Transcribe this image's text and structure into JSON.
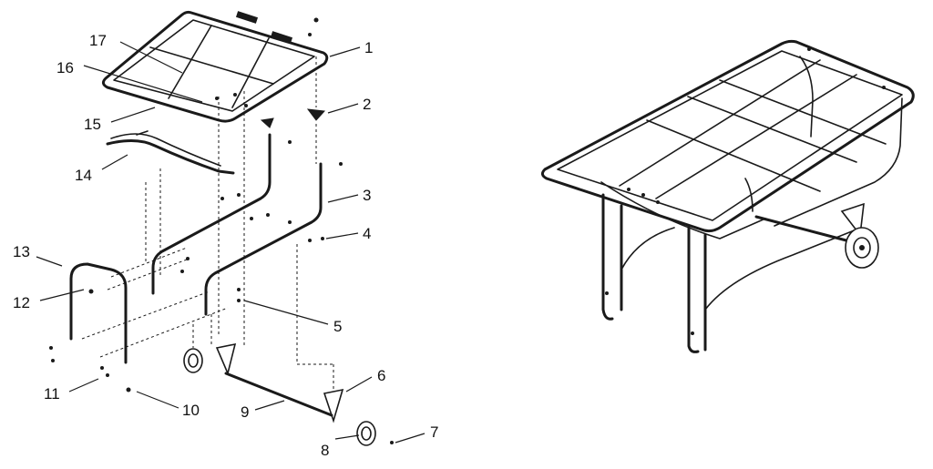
{
  "callouts": [
    {
      "id": "1",
      "text": "1"
    },
    {
      "id": "2",
      "text": "2"
    },
    {
      "id": "3",
      "text": "3"
    },
    {
      "id": "4",
      "text": "4"
    },
    {
      "id": "5",
      "text": "5"
    },
    {
      "id": "6",
      "text": "6"
    },
    {
      "id": "7",
      "text": "7"
    },
    {
      "id": "8",
      "text": "8"
    },
    {
      "id": "9",
      "text": "9"
    },
    {
      "id": "10",
      "text": "10"
    },
    {
      "id": "11",
      "text": "11"
    },
    {
      "id": "12",
      "text": "12"
    },
    {
      "id": "13",
      "text": "13"
    },
    {
      "id": "14",
      "text": "14"
    },
    {
      "id": "15",
      "text": "15"
    },
    {
      "id": "16",
      "text": "16"
    },
    {
      "id": "17",
      "text": "17"
    }
  ],
  "colors": {
    "line": "#1a1a1a",
    "background": "#ffffff"
  }
}
